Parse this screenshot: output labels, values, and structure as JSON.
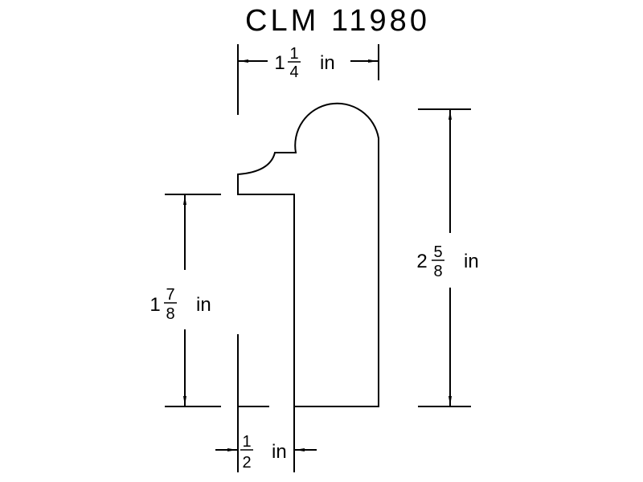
{
  "title": "CLM 11980",
  "dimensions": {
    "top_width": {
      "whole": "1",
      "num": "1",
      "den": "4",
      "unit": "in"
    },
    "overall_height": {
      "whole": "2",
      "num": "5",
      "den": "8",
      "unit": "in"
    },
    "lower_height": {
      "whole": "1",
      "num": "7",
      "den": "8",
      "unit": "in"
    },
    "bottom_width": {
      "whole": "",
      "num": "1",
      "den": "2",
      "unit": "in"
    }
  },
  "colors": {
    "line": "#000000",
    "background": "#ffffff"
  }
}
